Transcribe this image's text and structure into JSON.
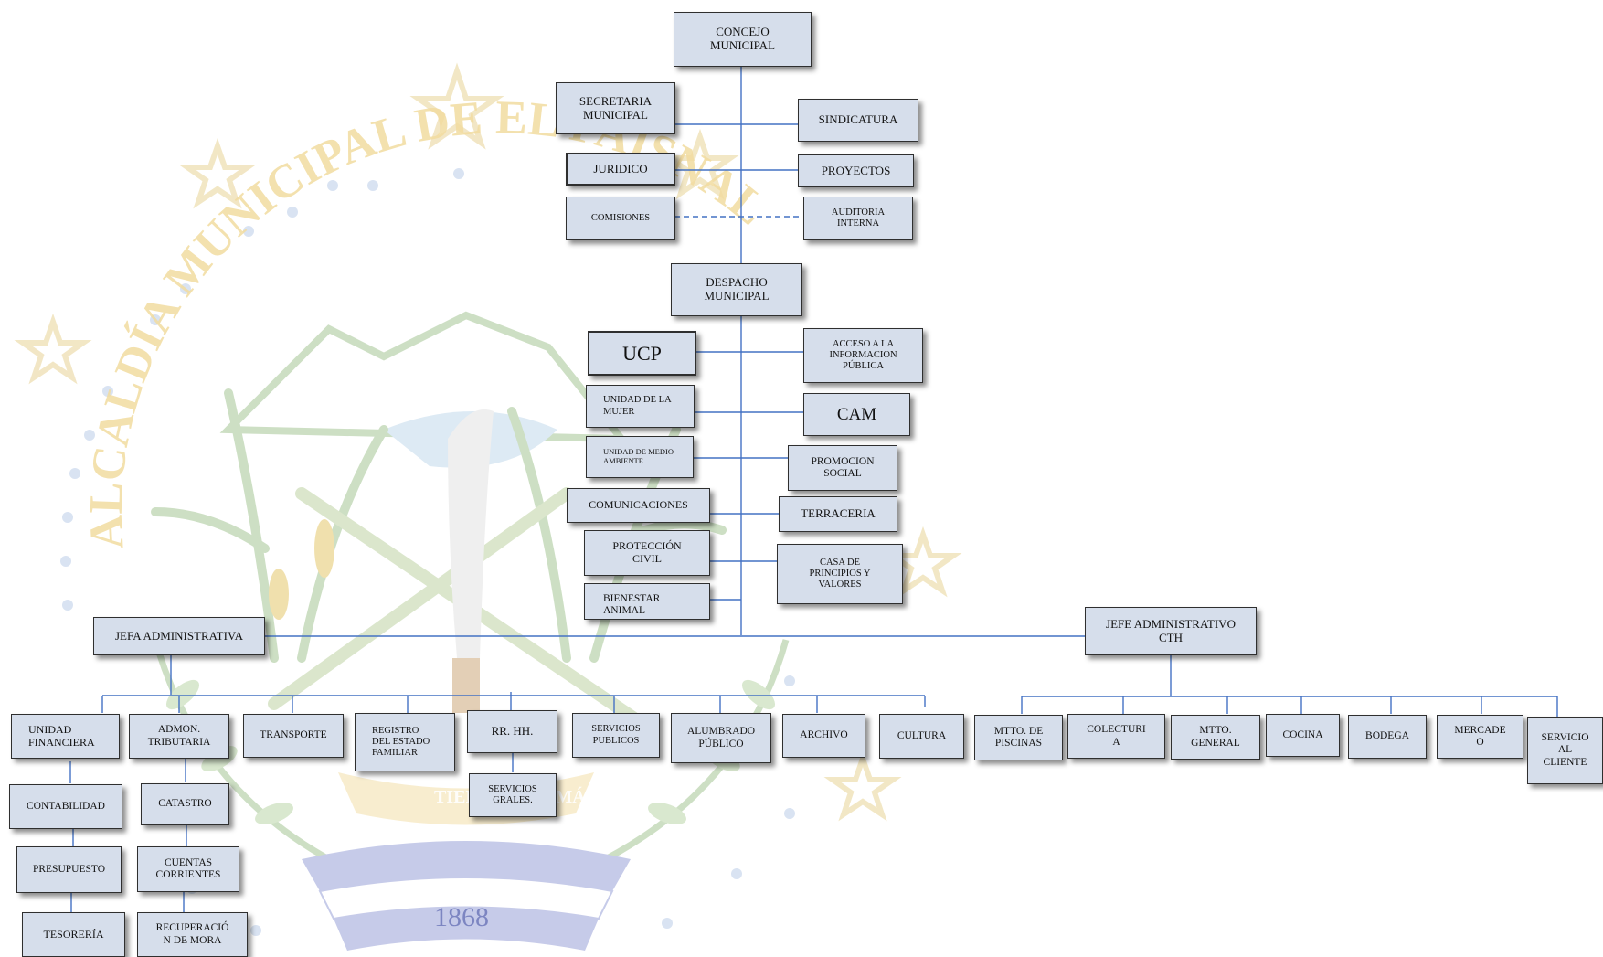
{
  "seal": {
    "arc_text": "ALCALDÍA MUNICIPAL DE EL PAISNAL",
    "banner_text": "TIERRA DE\nY MÁR",
    "year": "1868"
  },
  "colors": {
    "box_fill": "#d6deeb",
    "connector": "#4472c4",
    "seal_gold": "#f2dca0",
    "seal_green": "#9cc08a",
    "seal_blue": "#8f98d4"
  },
  "org": {
    "concejo": "CONCEJO\nMUNICIPAL",
    "secretaria": "SECRETARIA\nMUNICIPAL",
    "sindicatura": "SINDICATURA",
    "juridico": "JURIDICO",
    "proyectos": "PROYECTOS",
    "comisiones": "COMISIONES",
    "auditoria": "AUDITORIA\nINTERNA",
    "despacho": "DESPACHO\nMUNICIPAL",
    "ucp": "UCP",
    "acceso": "ACCESO A LA\nINFORMACION\nPÚBLICA",
    "mujer": "UNIDAD DE LA\nMUJER",
    "cam": "CAM",
    "medio_ambiente": "UNIDAD DE MEDIO\nAMBIENTE",
    "promocion": "PROMOCION\nSOCIAL",
    "comunicaciones": "COMUNICACIONES",
    "terraceria": "TERRACERIA",
    "proteccion": "PROTECCIÓN\nCIVIL",
    "casa_principios": "CASA DE\nPRINCIPIOS Y\nVALORES",
    "bienestar": "BIENESTAR\nANIMAL",
    "jefa_adm": "JEFA ADMINISTRATIVA",
    "jefe_cth": "JEFE ADMINISTRATIVO\nCTH",
    "unidad_financiera": "UNIDAD\nFINANCIERA",
    "admon_tributaria": "ADMON.\nTRIBUTARIA",
    "transporte": "TRANSPORTE",
    "registro": "REGISTRO\nDEL ESTADO\nFAMILIAR",
    "rrhh": "RR. HH.",
    "servicios_publicos": "SERVICIOS\nPUBLICOS",
    "alumbrado": "ALUMBRADO\nPÚBLICO",
    "archivo": "ARCHIVO",
    "cultura": "CULTURA",
    "contabilidad": "CONTABILIDAD",
    "catastro": "CATASTRO",
    "presupuesto": "PRESUPUESTO",
    "cuentas": "CUENTAS\nCORRIENTES",
    "tesoreria": "TESORERÍA",
    "recuperacion": "RECUPERACIÓ\nN DE MORA",
    "servicios_grales": "SERVICIOS\nGRALES.",
    "piscinas": "MTTO. DE\nPISCINAS",
    "colecturia": "COLECTURI\nA",
    "mtto_general": "MTTO.\nGENERAL",
    "cocina": "COCINA",
    "bodega": "BODEGA",
    "mercado": "MERCADE\nO",
    "servicio_cliente": "SERVICIO\nAL\nCLIENTE"
  }
}
